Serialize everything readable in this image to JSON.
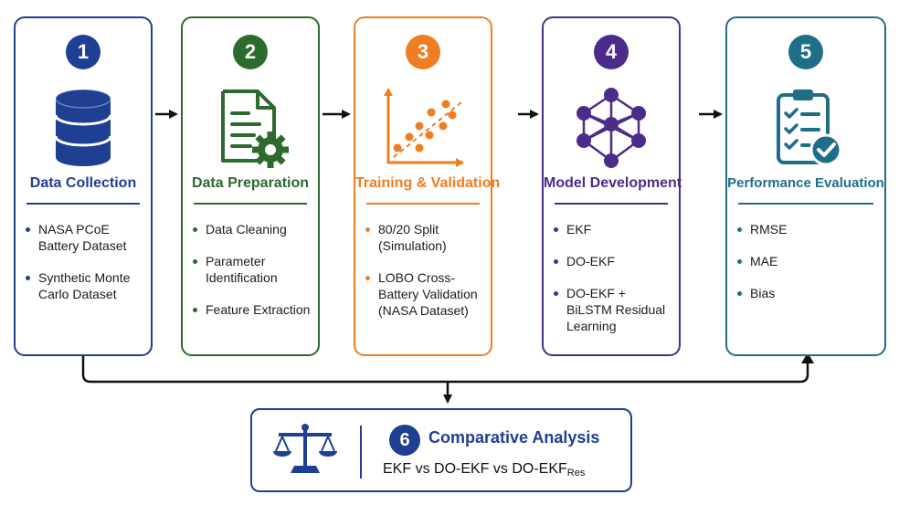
{
  "steps": [
    {
      "number": "1",
      "title": "Data Collection",
      "items": [
        "NASA PCoE Battery Dataset",
        "Synthetic Monte Carlo Dataset"
      ],
      "icon": "database-icon",
      "color": "#1f3f92"
    },
    {
      "number": "2",
      "title": "Data Preparation",
      "items": [
        "Data Cleaning",
        "Parameter Identification",
        "Feature Extraction"
      ],
      "icon": "document-gear-icon",
      "color": "#2d6a2d"
    },
    {
      "number": "3",
      "title": "Training & Validation",
      "items": [
        "80/20 Split (Simulation)",
        "LOBO Cross-Battery Validation (NASA Dataset)"
      ],
      "icon": "scatter-plot-icon",
      "color": "#ef7d22"
    },
    {
      "number": "4",
      "title": "Model Development",
      "items": [
        "EKF",
        "DO-EKF",
        "DO-EKF + BiLSTM Residual Learning"
      ],
      "icon": "neural-network-icon",
      "color": "#4b2c8a"
    },
    {
      "number": "5",
      "title": "Performance Evaluation",
      "items": [
        "RMSE",
        "MAE",
        "Bias"
      ],
      "icon": "clipboard-check-icon",
      "color": "#1f6e88"
    }
  ],
  "comparative": {
    "number": "6",
    "title": "Comparative Analysis",
    "subtitle_main": "EKF vs DO-EKF vs DO-EKF",
    "subtitle_subscript": "Res",
    "icon": "balance-scale-icon",
    "color": "#1f3f92"
  }
}
